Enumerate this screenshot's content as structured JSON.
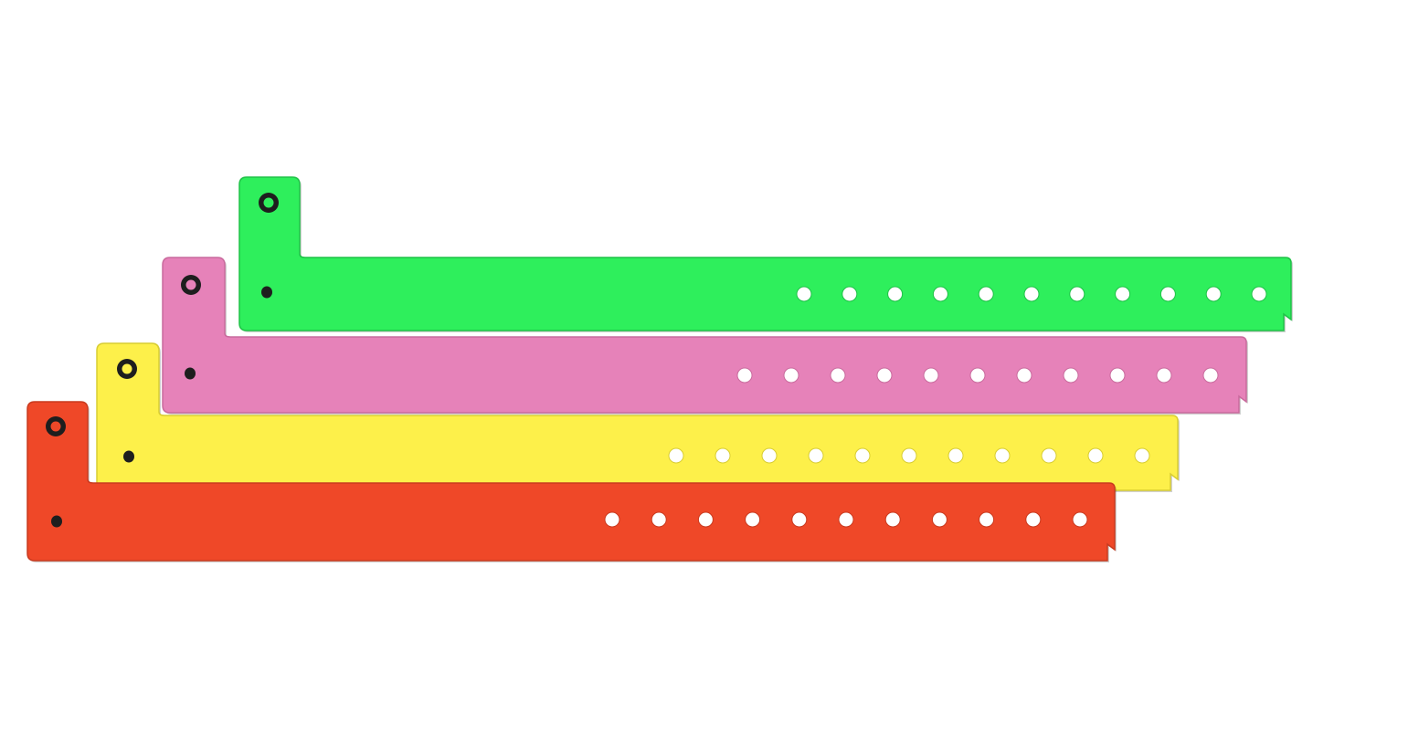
{
  "wristbands": [
    {
      "name": "green",
      "color": "#2eef5c",
      "edge": "#1fc247",
      "holes": 11
    },
    {
      "name": "pink",
      "color": "#e682b9",
      "edge": "#c96a9d",
      "holes": 11
    },
    {
      "name": "yellow",
      "color": "#fdf04a",
      "edge": "#d8cd33",
      "holes": 11
    },
    {
      "name": "red",
      "color": "#ef4828",
      "edge": "#c93a1f",
      "holes": 11
    }
  ],
  "background": "#ffffff",
  "hole_color": "#ffffff",
  "snap_color": "#1e1e1e"
}
